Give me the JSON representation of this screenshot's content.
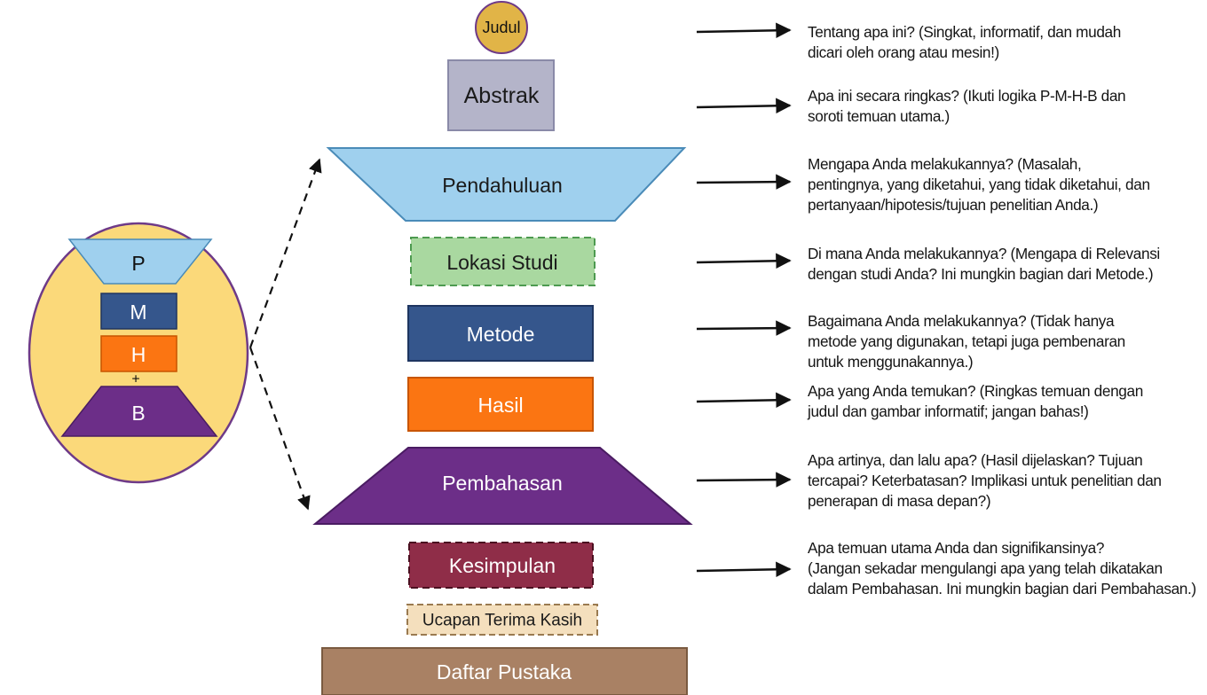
{
  "summary_circle": {
    "p": "P",
    "m": "M",
    "h": "H",
    "plus": "+",
    "b": "B"
  },
  "sections": {
    "judul": "Judul",
    "abstrak": "Abstrak",
    "pendahuluan": "Pendahuluan",
    "lokasi_studi": "Lokasi Studi",
    "metode": "Metode",
    "hasil": "Hasil",
    "pembahasan": "Pembahasan",
    "kesimpulan": "Kesimpulan",
    "ucapan_terima_kasih": "Ucapan Terima Kasih",
    "daftar_pustaka": "Daftar Pustaka"
  },
  "descriptions": {
    "judul": [
      "Tentang apa ini? (Singkat, informatif, dan mudah",
      "dicari oleh orang atau mesin!)"
    ],
    "abstrak": [
      "Apa ini secara ringkas? (Ikuti logika P-M-H-B dan",
      "soroti temuan utama.)"
    ],
    "pendahuluan": [
      "Mengapa Anda melakukannya? (Masalah,",
      "pentingnya, yang diketahui, yang tidak diketahui, dan",
      "pertanyaan/hipotesis/tujuan penelitian Anda.)"
    ],
    "lokasi_studi": [
      "Di mana Anda melakukannya? (Mengapa di Relevansi",
      "dengan studi Anda? Ini mungkin bagian dari Metode.)"
    ],
    "metode": [
      "Bagaimana Anda melakukannya? (Tidak hanya",
      "metode yang digunakan, tetapi juga pembenaran",
      "untuk menggunakannya.)"
    ],
    "hasil": [
      "Apa yang Anda temukan? (Ringkas temuan dengan",
      "judul dan gambar informatif; jangan bahas!)"
    ],
    "pembahasan": [
      "Apa artinya, dan lalu apa? (Hasil dijelaskan? Tujuan",
      "tercapai? Keterbatasan? Implikasi untuk penelitian dan",
      "penerapan di masa depan?)"
    ],
    "kesimpulan": [
      "Apa temuan utama Anda dan signifikansinya?",
      "(Jangan sekadar mengulangi apa yang telah dikatakan",
      "dalam Pembahasan. Ini mungkin bagian dari Pembahasan.)"
    ]
  },
  "colors": {
    "judul": "#e1b447",
    "abstrak": "#b4b4c9",
    "pendahuluan": "#9fd0ee",
    "lokasi_studi": "#a9d8a0",
    "metode": "#35568c",
    "hasil": "#fb7512",
    "pembahasan": "#6c2e88",
    "kesimpulan": "#8f2d48",
    "ucapan_terima_kasih": "#f4dfbd",
    "daftar_pustaka": "#a98164",
    "circle_fill": "#fbd97a",
    "circle_stroke": "#6e3a88"
  }
}
